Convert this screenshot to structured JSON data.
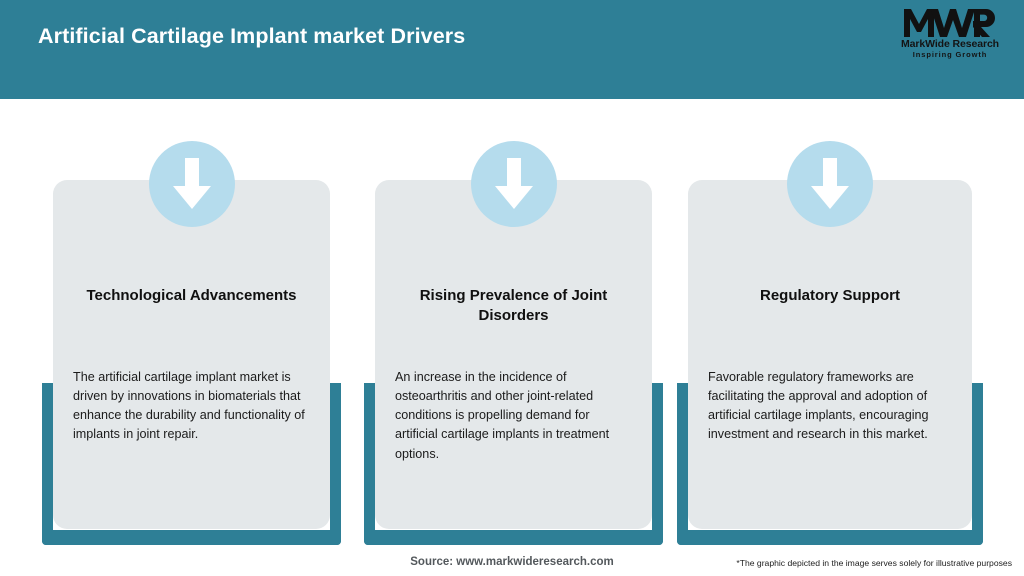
{
  "header": {
    "title": "Artificial Cartilage Implant market Drivers",
    "background_color": "#2e7f96",
    "title_color": "#ffffff"
  },
  "logo": {
    "mark": "MWR",
    "name": "MarkWide Research",
    "tagline": "Inspiring Growth"
  },
  "theme": {
    "accent_teal": "#2e7f96",
    "card_bg": "#e4e8ea",
    "icon_circle": "#b5dced",
    "arrow": "#ffffff"
  },
  "cards": [
    {
      "icon": "down-arrow-icon",
      "title": "Technological Advancements",
      "body": "The artificial cartilage implant market is driven by innovations in biomaterials that enhance the durability and functionality of implants in joint repair."
    },
    {
      "icon": "down-arrow-icon",
      "title": "Rising Prevalence of Joint Disorders",
      "body": "An increase in the incidence of osteoarthritis and other joint-related conditions is propelling demand for artificial cartilage implants in treatment options."
    },
    {
      "icon": "down-arrow-icon",
      "title": "Regulatory Support",
      "body": "Favorable regulatory frameworks are facilitating the approval and adoption of artificial cartilage implants, encouraging investment and research in this market."
    }
  ],
  "footer": {
    "source": "Source: www.markwideresearch.com",
    "disclaimer": "*The graphic depicted in the image serves solely for illustrative purposes"
  }
}
